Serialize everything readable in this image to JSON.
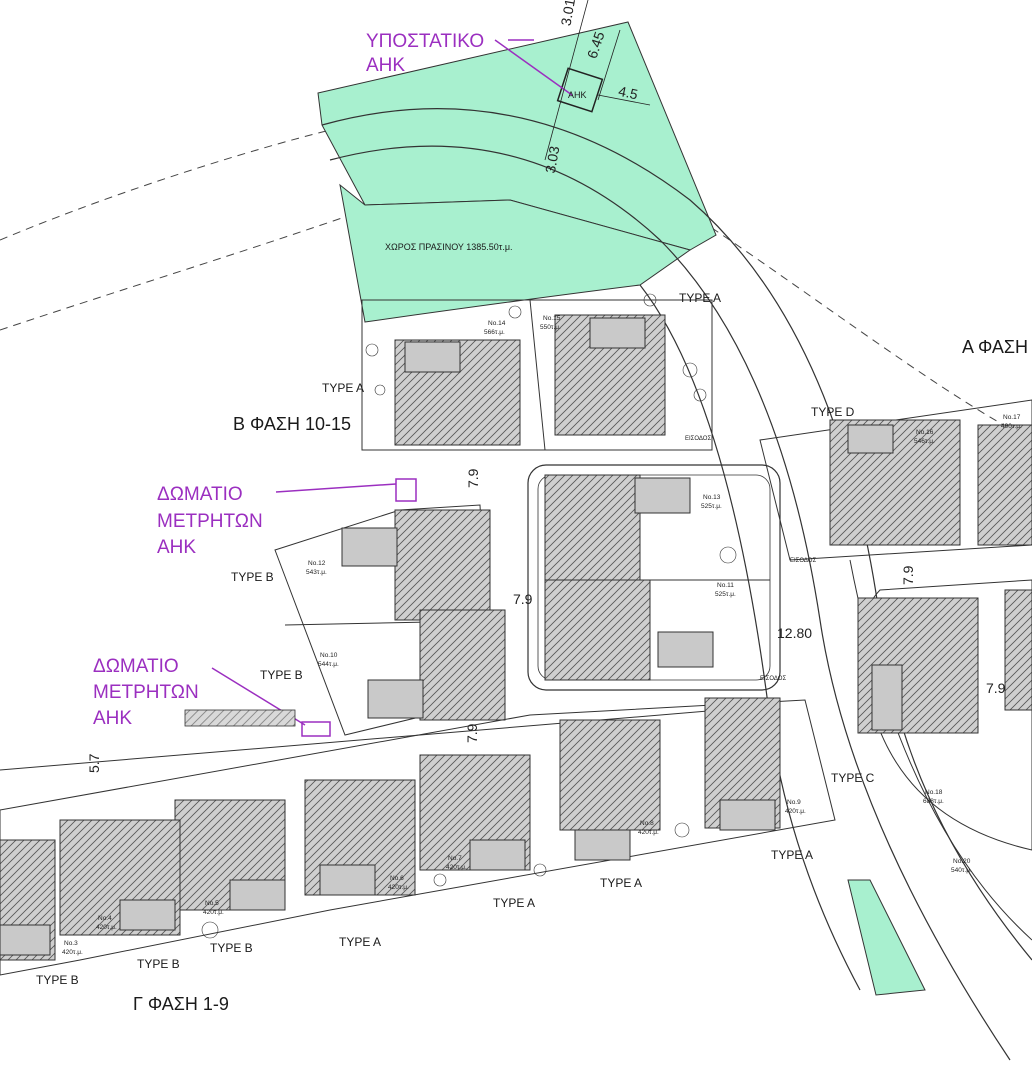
{
  "labels": {
    "substation": [
      "ΥΠΟΣΤΑΤΙΚΟ",
      "ΑΗΚ"
    ],
    "substation_box": "ΑΗΚ",
    "meter_room_1": [
      "ΔΩΜΑΤΙΟ",
      "ΜΕΤΡΗΤΩΝ",
      "ΑΗΚ"
    ],
    "meter_room_2": [
      "ΔΩΜΑΤΙΟ",
      "ΜΕΤΡΗΤΩΝ",
      "ΑΗΚ"
    ],
    "green_space": "ΧΩΡΟΣ ΠΡΑΣΙΝΟΥ 1385.50τ.μ.",
    "phase_a": "Α ΦΑΣΗ",
    "phase_b": "Β ΦΑΣΗ 10-15",
    "phase_g": "Γ ΦΑΣΗ 1-9"
  },
  "types": {
    "a": "TYPE A",
    "b": "TYPE B",
    "c": "TYPE C",
    "d": "TYPE D"
  },
  "dimensions": {
    "d301": "3.01",
    "d645": "6.45",
    "d45": "4.5",
    "d303": "3.03",
    "d79": "7.9",
    "d1280": "12.80",
    "d57": "5.7"
  },
  "plots": [
    {
      "no": "No.14",
      "area": "566τ.μ."
    },
    {
      "no": "No.15",
      "area": "550τ.μ."
    },
    {
      "no": "No.13",
      "area": "525τ.μ."
    },
    {
      "no": "No.12",
      "area": "543τ.μ."
    },
    {
      "no": "No.11",
      "area": "525τ.μ."
    },
    {
      "no": "No.10",
      "area": "544τ.μ."
    },
    {
      "no": "No.16",
      "area": "546τ.μ."
    },
    {
      "no": "No.17",
      "area": "490τ.μ."
    },
    {
      "no": "No.18",
      "area": "688τ.μ."
    },
    {
      "no": "No.20",
      "area": "540τ.μ."
    },
    {
      "no": "No.9",
      "area": "420τ.μ."
    },
    {
      "no": "No.8",
      "area": "420τ.μ."
    },
    {
      "no": "No.7",
      "area": "420τ.μ."
    },
    {
      "no": "No.6",
      "area": "420τ.μ."
    },
    {
      "no": "No.5",
      "area": "420τ.μ."
    },
    {
      "no": "No.4",
      "area": "420τ.μ."
    },
    {
      "no": "No.3",
      "area": "420τ.μ."
    }
  ],
  "entrance": "ΕΙΣΟΔΟΣ",
  "colors": {
    "green": "#a8f0cf",
    "purple": "#9b2fc0",
    "line": "#333333"
  }
}
